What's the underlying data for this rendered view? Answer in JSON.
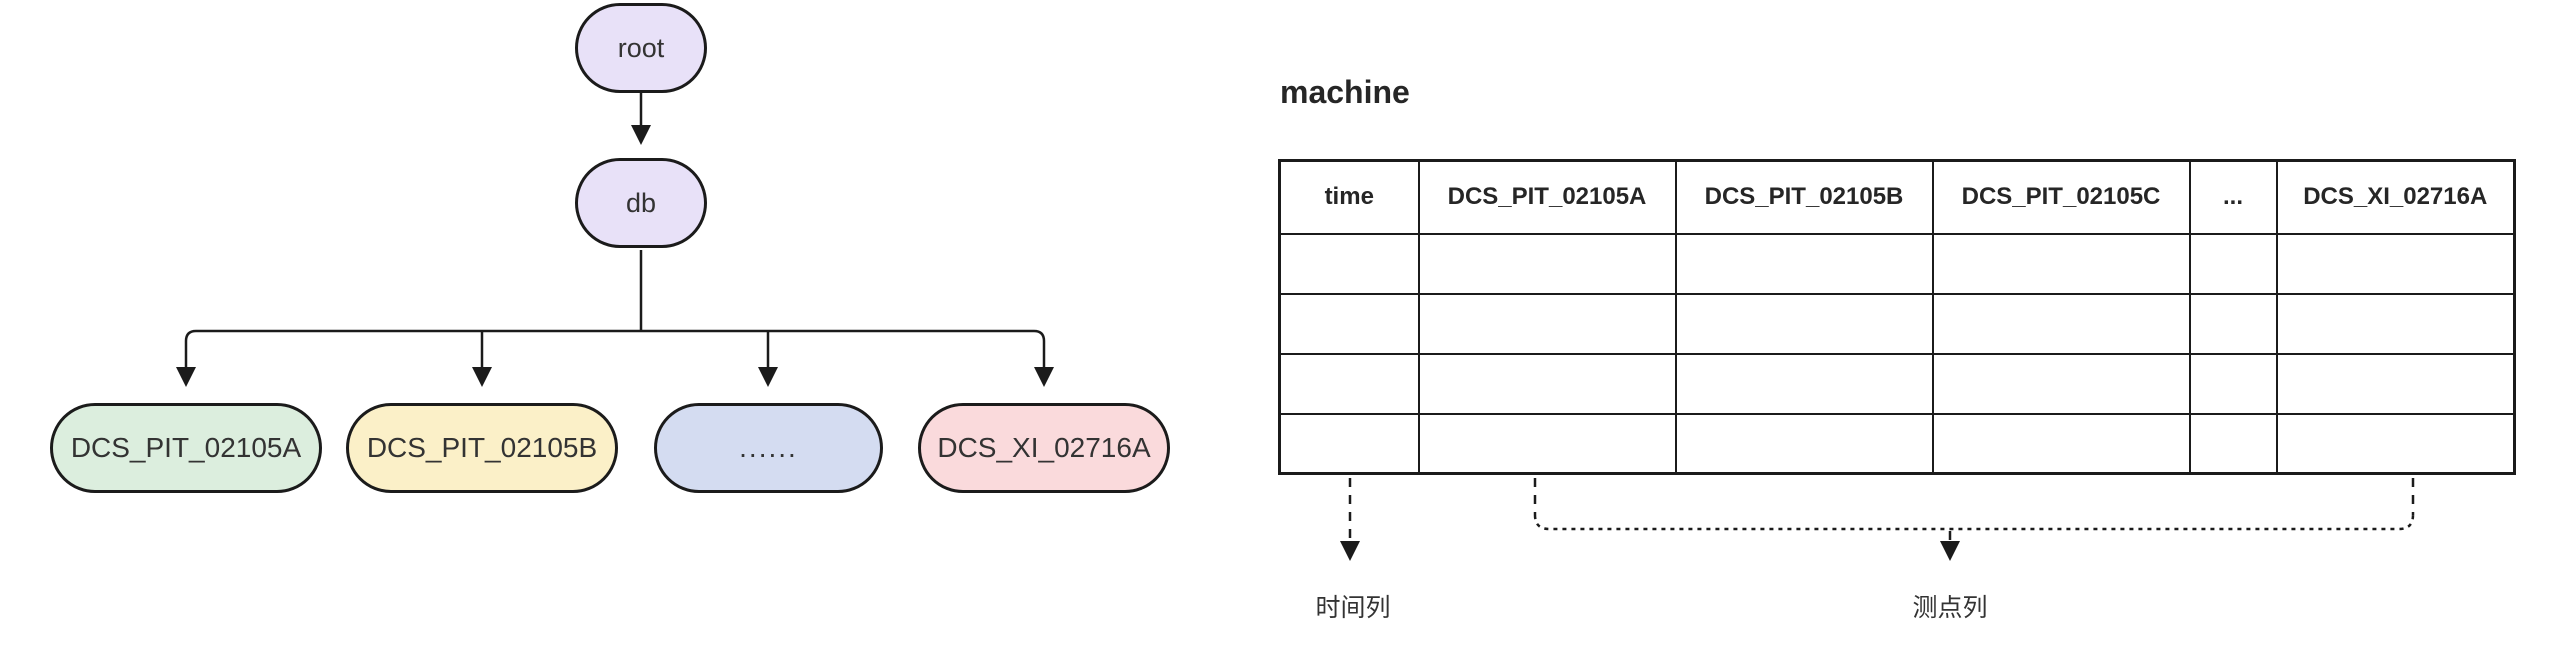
{
  "tree": {
    "root": {
      "label": "root",
      "fill": "#E8E1F8"
    },
    "db": {
      "label": "db",
      "fill": "#E8E1F8"
    },
    "leaves": [
      {
        "label": "DCS_PIT_02105A",
        "fill": "#DCEEDE"
      },
      {
        "label": "DCS_PIT_02105B",
        "fill": "#FBF0C8"
      },
      {
        "label": "......",
        "fill": "#D4DCF1"
      },
      {
        "label": "DCS_XI_02716A",
        "fill": "#FADADC"
      }
    ],
    "stroke_color": "#1b1b1b"
  },
  "table": {
    "title": "machine",
    "columns": [
      "time",
      "DCS_PIT_02105A",
      "DCS_PIT_02105B",
      "DCS_PIT_02105C",
      "...",
      "DCS_XI_02716A"
    ],
    "empty_body_rows": 4,
    "border_color": "#1b1b1b"
  },
  "annotations": {
    "time_column_label": "时间列",
    "sensor_columns_label": "测点列"
  }
}
